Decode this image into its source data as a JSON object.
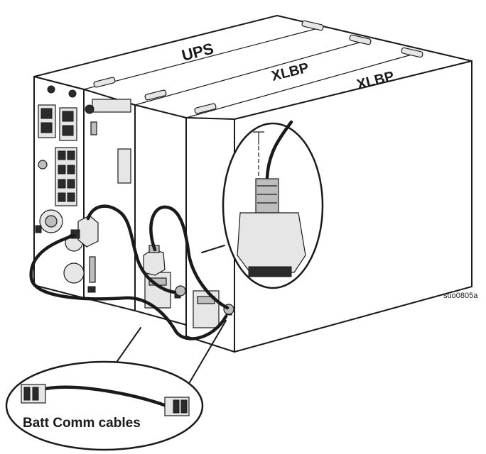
{
  "diagram": {
    "labels": {
      "ups": "UPS",
      "xlbp_1": "XLBP",
      "xlbp_2": "XLBP",
      "batt_comm": "Batt Comm cables",
      "figure_id": "suo0805a"
    },
    "colors": {
      "line": "#1a1a1a",
      "background": "#ffffff",
      "fill_light": "#e6e6e6",
      "fill_mid": "#bdbdbd",
      "fill_dark": "#2b2b2b"
    }
  }
}
